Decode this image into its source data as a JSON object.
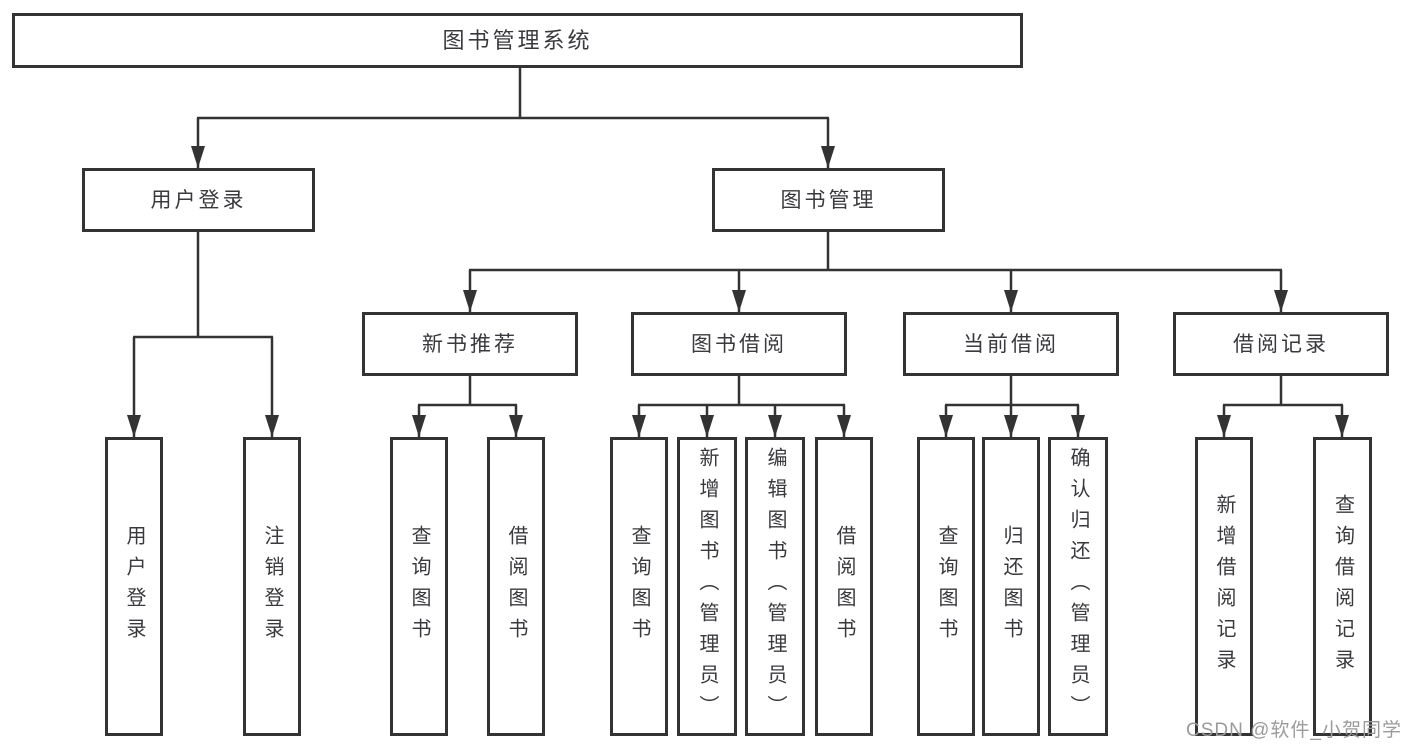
{
  "tree": {
    "label": "图书管理系统",
    "children": [
      {
        "label": "用户登录",
        "children": [
          {
            "label": "用户登录"
          },
          {
            "label": "注销登录"
          }
        ]
      },
      {
        "label": "图书管理",
        "children": [
          {
            "label": "新书推荐",
            "children": [
              {
                "label": "查询图书"
              },
              {
                "label": "借阅图书"
              }
            ]
          },
          {
            "label": "图书借阅",
            "children": [
              {
                "label": "查询图书"
              },
              {
                "label": "新增图书（管理员）"
              },
              {
                "label": "编辑图书（管理员）"
              },
              {
                "label": "借阅图书"
              }
            ]
          },
          {
            "label": "当前借阅",
            "children": [
              {
                "label": "查询图书"
              },
              {
                "label": "归还图书"
              },
              {
                "label": "确认归还（管理员）"
              }
            ]
          },
          {
            "label": "借阅记录",
            "children": [
              {
                "label": "新增借阅记录"
              },
              {
                "label": "查询借阅记录"
              }
            ]
          }
        ]
      }
    ]
  },
  "watermark": {
    "text": "CSDN @软件_小贺同学"
  },
  "colors": {
    "box_border": "#333333",
    "line": "#333333",
    "text": "#3a3a3e",
    "watermark": "#9b9b9b",
    "background": "#ffffff"
  }
}
